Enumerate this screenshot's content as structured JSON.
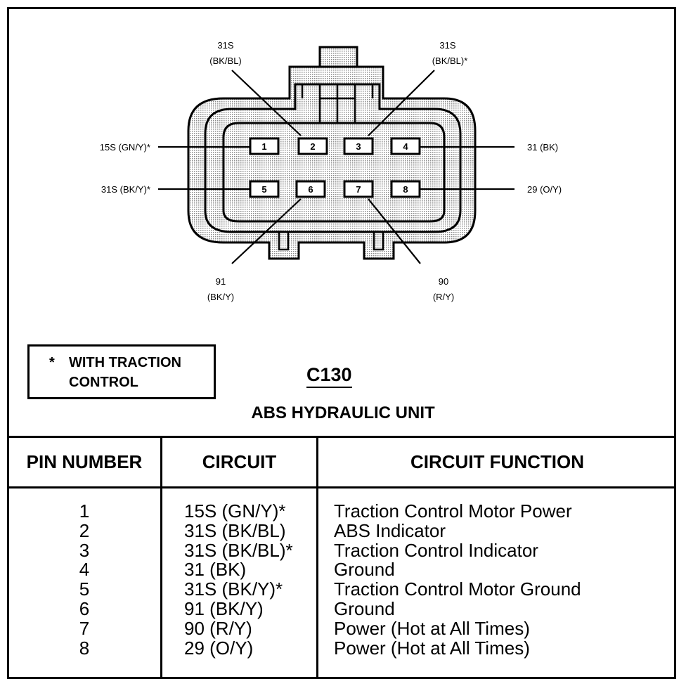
{
  "diagram": {
    "wire_labels": {
      "top_left": [
        "31S",
        "(BK/BL)"
      ],
      "top_right": [
        "31S",
        "(BK/BL)*"
      ],
      "left_upper": "15S (GN/Y)*",
      "left_lower": "31S (BK/Y)*",
      "right_upper": "31 (BK)",
      "right_lower": "29 (O/Y)",
      "bottom_left": [
        "91",
        "(BK/Y)"
      ],
      "bottom_right": [
        "90",
        "(R/Y)"
      ]
    },
    "pins": [
      "1",
      "2",
      "3",
      "4",
      "5",
      "6",
      "7",
      "8"
    ]
  },
  "note": {
    "star": "*",
    "text": "WITH TRACTION CONTROL"
  },
  "connector_id": "C130",
  "unit_title": "ABS HYDRAULIC UNIT",
  "table": {
    "headers": [
      "PIN NUMBER",
      "CIRCUIT",
      "CIRCUIT FUNCTION"
    ],
    "rows": [
      {
        "pin": "1",
        "circuit": "15S (GN/Y)*",
        "function": "Traction Control Motor Power"
      },
      {
        "pin": "2",
        "circuit": "31S (BK/BL)",
        "function": "ABS Indicator"
      },
      {
        "pin": "3",
        "circuit": "31S (BK/BL)*",
        "function": "Traction Control Indicator"
      },
      {
        "pin": "4",
        "circuit": "31 (BK)",
        "function": "Ground"
      },
      {
        "pin": "5",
        "circuit": "31S (BK/Y)*",
        "function": "Traction Control Motor Ground"
      },
      {
        "pin": "6",
        "circuit": "91 (BK/Y)",
        "function": "Ground"
      },
      {
        "pin": "7",
        "circuit": "90 (R/Y)",
        "function": "Power (Hot at All Times)"
      },
      {
        "pin": "8",
        "circuit": "29 (O/Y)",
        "function": "Power (Hot at All Times)"
      }
    ]
  }
}
